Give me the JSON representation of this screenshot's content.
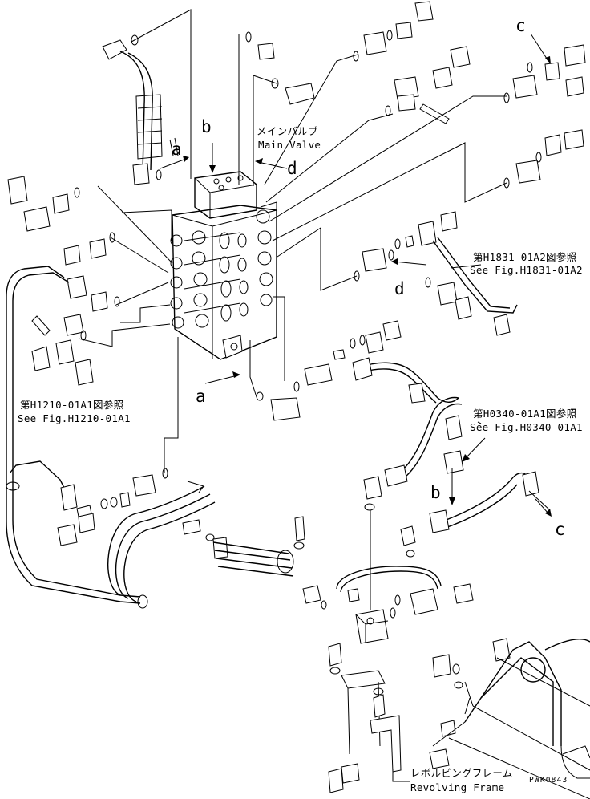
{
  "labels": {
    "main_valve_jp": "メインバルブ",
    "main_valve_en": "Main Valve",
    "ref_h1831_jp": "第H1831-01A2図参照",
    "ref_h1831_en": "See Fig.H1831-01A2",
    "ref_h1210_jp": "第H1210-01A1図参照",
    "ref_h1210_en": "See Fig.H1210-01A1",
    "ref_h0340_jp": "第H0340-01A1図参照",
    "ref_h0340_en": "See Fig.H0340-01A1",
    "frame_jp": "レボルビングフレーム",
    "frame_en": "Revolving Frame",
    "drawing_code": "PWK0843"
  },
  "markers": {
    "a_top": "a",
    "a_bottom": "a",
    "b_top": "b",
    "b_bottom": "b",
    "c_top": "c",
    "c_bottom": "c",
    "d_top": "d",
    "d_mid": "d"
  }
}
